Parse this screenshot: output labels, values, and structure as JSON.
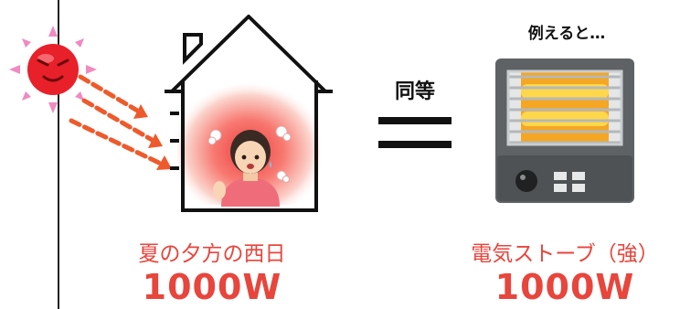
{
  "left": {
    "caption": "夏の夕方の西日",
    "value": "1000W"
  },
  "center": {
    "label": "同等"
  },
  "right": {
    "note": "例えると…",
    "caption": "電気ストーブ（強）",
    "value": "1000W"
  },
  "colors": {
    "accent_red": "#e8453c",
    "sun": "#e8202a",
    "arrow": "#ee5a2c",
    "heater_body": "#5f6264",
    "heater_glow": "#f7b21c"
  },
  "icons": {
    "sun": "sun-face-icon",
    "house": "house-outline-icon",
    "person": "hot-woman-icon",
    "heater": "electric-heater-icon",
    "equals": "equals-sign-icon"
  }
}
